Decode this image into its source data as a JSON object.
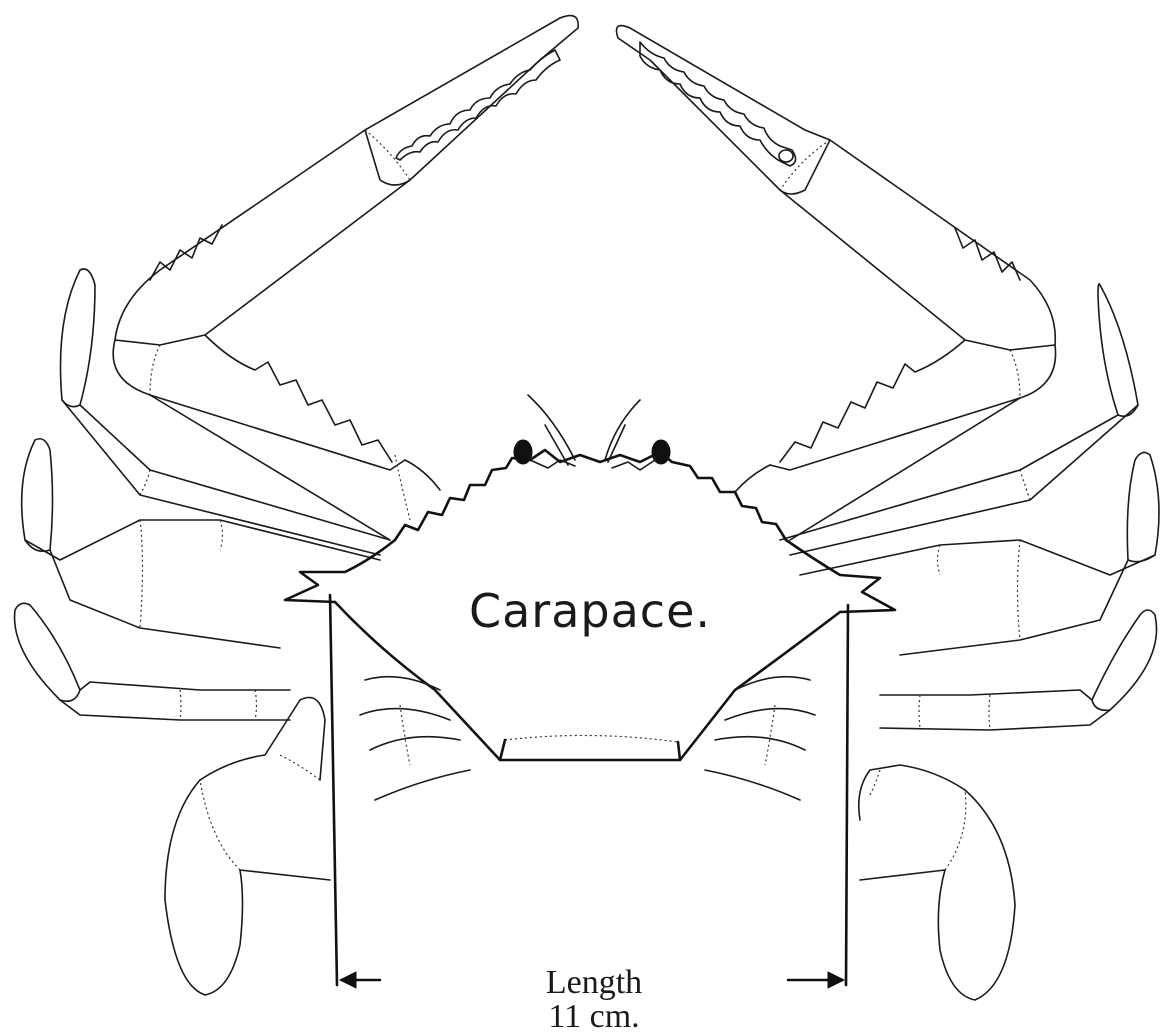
{
  "labels": {
    "carapace": "Carapace.",
    "length": "Length",
    "size": "11 cm."
  }
}
